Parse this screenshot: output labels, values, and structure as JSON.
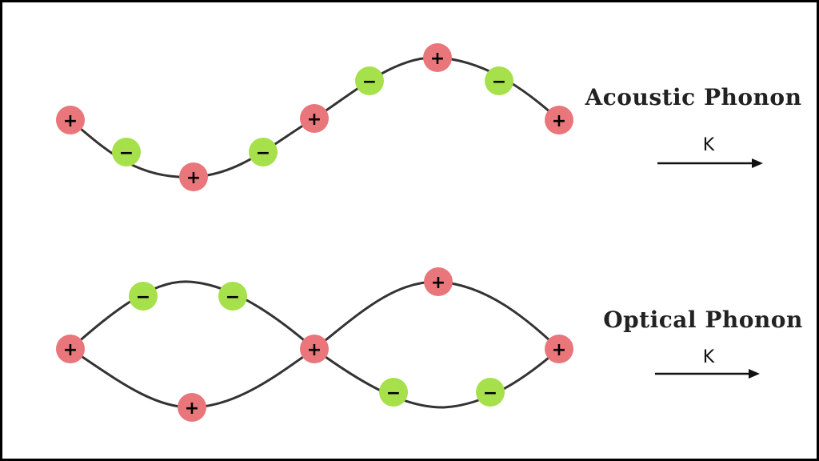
{
  "acoustic": {
    "title": "Acoustic Phonon",
    "k_label": "K",
    "atoms": [
      {
        "sign": "+"
      },
      {
        "sign": "−"
      },
      {
        "sign": "+"
      },
      {
        "sign": "−"
      },
      {
        "sign": "+"
      },
      {
        "sign": "−"
      },
      {
        "sign": "+"
      },
      {
        "sign": "−"
      },
      {
        "sign": "+"
      }
    ]
  },
  "optical": {
    "title": "Optical Phonon",
    "k_label": "K",
    "atoms": [
      {
        "sign": "+"
      },
      {
        "sign": "−"
      },
      {
        "sign": "−"
      },
      {
        "sign": "+"
      },
      {
        "sign": "+"
      },
      {
        "sign": "+"
      },
      {
        "sign": "−"
      },
      {
        "sign": "−"
      },
      {
        "sign": "+"
      }
    ]
  },
  "colors": {
    "positive": "#e9767a",
    "negative": "#a6e04a",
    "line": "#333333"
  }
}
